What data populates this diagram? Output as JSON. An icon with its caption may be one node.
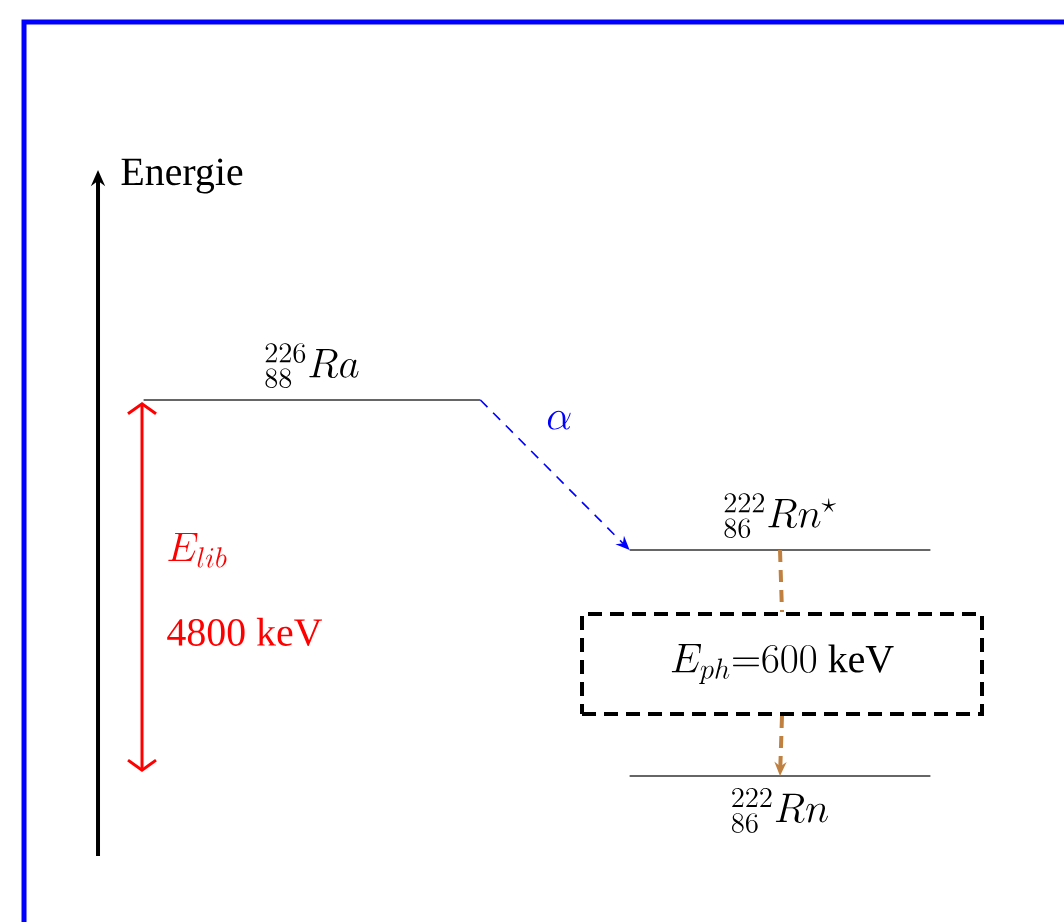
{
  "diagram": {
    "nodes": [
      {
        "text": [
          "{}^{226}_{88}Ra"
        ]
      },
      {
        "text": [
          "{}^{222}_{86}Rn^{\\star}"
        ]
      },
      {
        "text": [
          "E_{ph}{=}600\\ \\mathrm{keV}"
        ]
      },
      {
        "text": [
          "{}^{222}_{86}Rn"
        ]
      }
    ],
    "edges": [
      {
        "from": 0,
        "to": 1,
        "arrow": "to",
        "label": "\\alpha",
        "style": "dashed",
        "color": "#0000ff"
      },
      {
        "from": 1,
        "to": 2,
        "arrow": "none",
        "style": "dashed",
        "color": "#c08040"
      },
      {
        "from": 2,
        "to": 3,
        "arrow": "to",
        "style": "dashed",
        "color": "#c08040"
      }
    ],
    "labels": [
      "Energie",
      "E_{lib}",
      "4800 keV"
    ]
  }
}
